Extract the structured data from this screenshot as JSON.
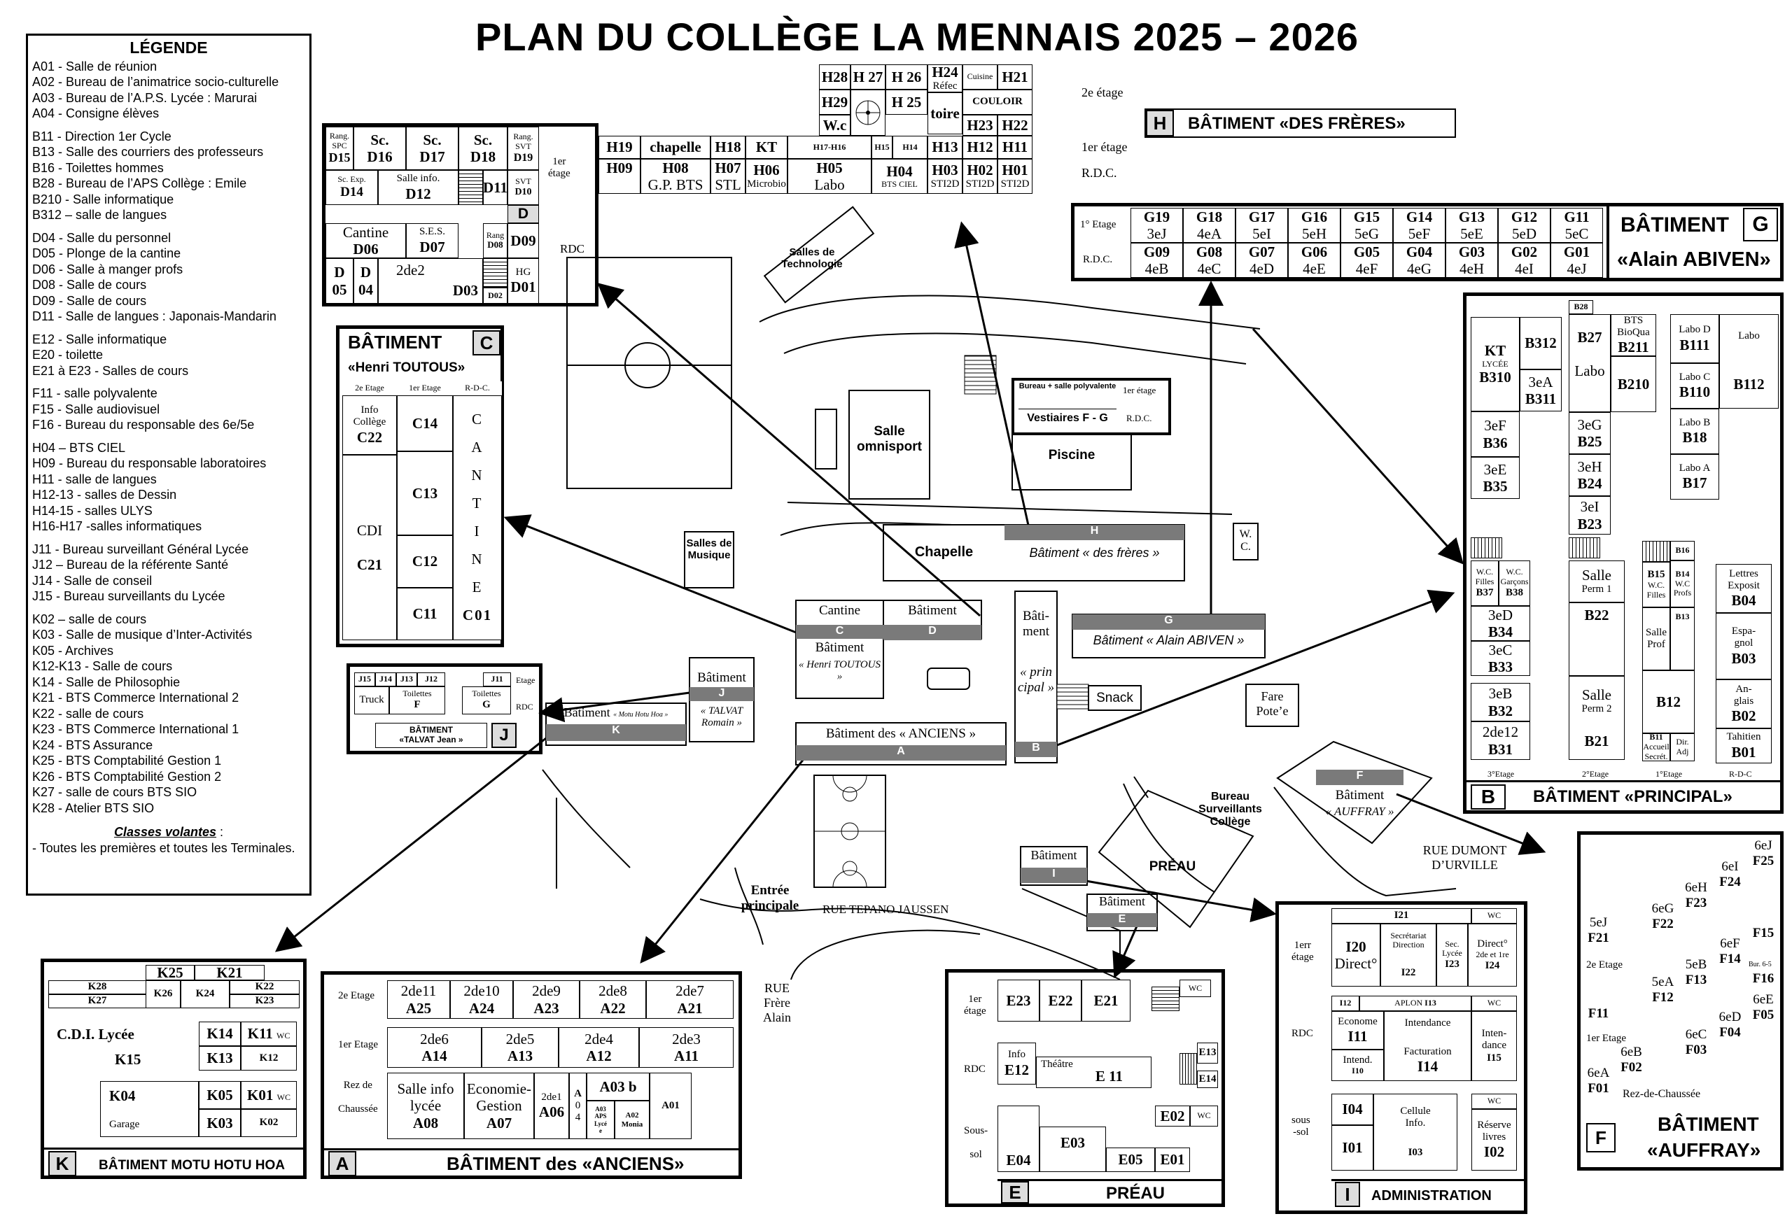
{
  "title": "PLAN DU COLLÈGE LA MENNAIS 2025 – 2026",
  "legend": {
    "heading": "LÉGENDE",
    "groups": [
      [
        "A01 - Salle de réunion",
        "A02 - Bureau de l’animatrice socio-culturelle",
        "A03 - Bureau de l’A.P.S. Lycée : Marurai",
        "A04 - Consigne élèves"
      ],
      [
        "B11 - Direction 1er Cycle",
        "B13 - Salle des courriers des professeurs",
        "B16 - Toilettes hommes",
        "B28 - Bureau de l’APS Collège : Emile",
        "B210 - Salle informatique",
        "B312 – salle de langues"
      ],
      [
        "D04 - Salle du personnel",
        "D05 - Plonge de la cantine",
        "D06 - Salle à manger profs",
        "D08 - Salle de cours",
        "D09 - Salle de cours",
        "D11 - Salle de langues : Japonais-Mandarin"
      ],
      [
        "E12 - Salle informatique",
        "E20 - toilette",
        "E21 à E23 - Salles de cours"
      ],
      [
        "F11 - salle polyvalente",
        "F15 - Salle audiovisuel",
        "F16 - Bureau du responsable des 6e/5e"
      ],
      [
        "H04 – BTS CIEL",
        "H09 - Bureau du responsable laboratoires",
        "H11 - salle de langues",
        "H12-13 - salles de Dessin",
        "H14-15 - salles ULYS",
        "H16-H17 -salles informatiques"
      ],
      [
        "J11 - Bureau surveillant Général Lycée",
        "J12 – Bureau de la référente Santé",
        "J14 - Salle de conseil",
        "J15 - Bureau surveillants du Lycée"
      ],
      [
        "K02 – salle de cours",
        "K03 - Salle de musique d’Inter-Activités",
        "K05 - Archives",
        "K12-K13 - Salle de cours",
        "K14 - Salle de Philosophie",
        "K21 - BTS Commerce International 2",
        "K22 - salle de cours",
        "K23 - BTS Commerce International 1",
        "K24 - BTS Assurance",
        "K25 - BTS Comptabilité Gestion 1",
        "K26 - BTS Comptabilité Gestion 2",
        "K27 - salle de cours BTS SIO",
        "K28 - Atelier BTS SIO"
      ]
    ],
    "volantes_title": "Classes volantes",
    "volantes_colon": " :",
    "volantes_text": "- Toutes les premières et toutes les Terminales."
  },
  "buildings": {
    "H": {
      "letter": "H",
      "name": "BÂTIMENT «DES FRÈRES»",
      "map_label": "Bâtiment « des frères »"
    },
    "G": {
      "letter": "G",
      "name1": "BÂTIMENT",
      "name2": "«Alain ABIVEN»",
      "map_label": "Bâtiment « Alain ABIVEN »"
    },
    "C": {
      "letter": "C",
      "name1": "BÂTIMENT",
      "name2": "«Henri TOUTOUS»"
    },
    "D": {
      "letter": "D"
    },
    "J": {
      "letter": "J",
      "name1": "BÂTIMENT",
      "name2": "«TALVAT Jean »"
    },
    "K": {
      "letter": "K",
      "name": "BÂTIMENT MOTU HOTU HOA"
    },
    "A": {
      "letter": "A",
      "name": "BÂTIMENT des «ANCIENS»"
    },
    "E": {
      "letter": "E",
      "name": "PRÉAU"
    },
    "I": {
      "letter": "I",
      "name": "ADMINISTRATION"
    },
    "F": {
      "letter": "F",
      "name1": "BÂTIMENT",
      "name2": "«AUFFRAY»"
    },
    "B": {
      "letter": "B",
      "name": "BÂTIMENT «PRINCIPAL»"
    }
  },
  "map": {
    "salles_techno": "Salles de Technologie",
    "salle_omnisport": "Salle omnisport",
    "piscine": "Piscine",
    "vestiaires_top": "Bureau + salle polyvalente",
    "vestiaires_etage": "1er étage",
    "vestiaires": "Vestiaires F - G",
    "vestiaires_rdc": "R.D.C.",
    "chapelle": "Chapelle",
    "salles_musique": "Salles de Musique",
    "wc": "W. C.",
    "cantine_c": "Cantine",
    "c_letter": "C",
    "c_sub": "Bâtiment",
    "c_name": "« Henri TOUTOUS »",
    "d_top": "Bâtiment",
    "d_letter": "D",
    "bat_principal": "Bâti- ment",
    "principal_name": "« prin cipal »",
    "b_letter": "B",
    "snack": "Snack",
    "fare": "Fare Pote’e",
    "j_top": "Bâtiment",
    "j_letter": "J",
    "j_name": "« TALVAT Romain »",
    "k_top": "Bâtiment",
    "k_small": "« Motu Hotu Hoa »",
    "k_letter": "K",
    "a_top": "Bâtiment des « ANCIENS »",
    "a_letter": "A",
    "f_letter": "F",
    "f_top": "Bâtiment",
    "f_name": "« AUFFRAY »",
    "bureau_surv": "Bureau Surveillants Collège",
    "preau": "PRÉAU",
    "i_top": "Bâtiment",
    "i_letter": "I",
    "e_top": "Bâtiment",
    "e_letter": "E",
    "entree": "Entrée principale",
    "rue_tepano": "RUE TEPANO JAUSSEN",
    "rue_frere": "RUE Frère Alain",
    "rue_dumont": "RUE DUMONT D’URVILLE"
  }
}
